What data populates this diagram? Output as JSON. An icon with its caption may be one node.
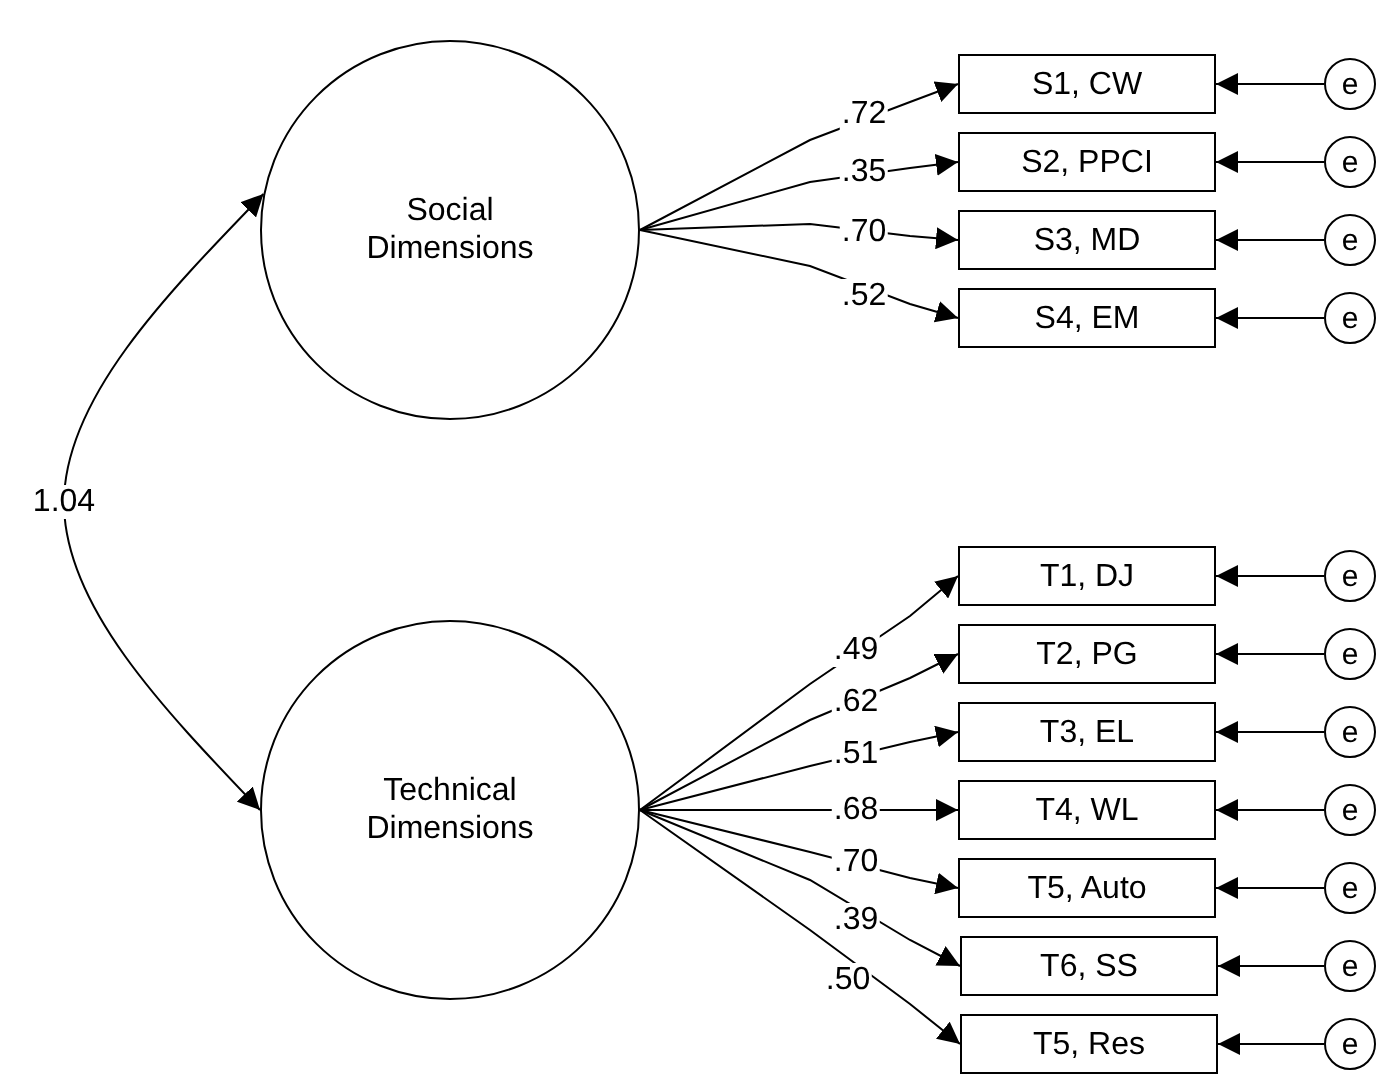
{
  "diagram": {
    "nodes": [
      {
        "text": [
          "Social Dimensions"
        ]
      },
      {
        "text": [
          "S1, CW"
        ]
      },
      {
        "text": [
          "S2, PPCI"
        ]
      },
      {
        "text": [
          "S3, MD"
        ]
      },
      {
        "text": [
          "S4, EM"
        ]
      },
      {
        "text": [
          "e"
        ]
      },
      {
        "text": [
          "e"
        ]
      },
      {
        "text": [
          "e"
        ]
      },
      {
        "text": [
          "e"
        ]
      },
      {
        "text": [
          "Technical Dimensions"
        ]
      },
      {
        "text": [
          "T1, DJ"
        ]
      },
      {
        "text": [
          "T2, PG"
        ]
      },
      {
        "text": [
          "T3, EL"
        ]
      },
      {
        "text": [
          "T4, WL"
        ]
      },
      {
        "text": [
          "T5, Auto"
        ]
      },
      {
        "text": [
          "T6, SS"
        ]
      },
      {
        "text": [
          "T5, Res"
        ]
      },
      {
        "text": [
          "e"
        ]
      },
      {
        "text": [
          "e"
        ]
      },
      {
        "text": [
          "e"
        ]
      },
      {
        "text": [
          "e"
        ]
      },
      {
        "text": [
          "e"
        ]
      },
      {
        "text": [
          "e"
        ]
      },
      {
        "text": [
          "e"
        ]
      }
    ],
    "edges": [
      {
        "from": 0,
        "to": 9,
        "arrow": "both",
        "label": "1.04"
      },
      {
        "from": 0,
        "to": 1,
        "arrow": "to",
        "label": ".72"
      },
      {
        "from": 0,
        "to": 2,
        "arrow": "to",
        "label": ".35"
      },
      {
        "from": 0,
        "to": 3,
        "arrow": "to",
        "label": ".70"
      },
      {
        "from": 0,
        "to": 4,
        "arrow": "to",
        "label": ".52"
      },
      {
        "from": 5,
        "to": 1,
        "arrow": "to"
      },
      {
        "from": 6,
        "to": 2,
        "arrow": "to"
      },
      {
        "from": 7,
        "to": 3,
        "arrow": "to"
      },
      {
        "from": 8,
        "to": 4,
        "arrow": "to"
      },
      {
        "from": 9,
        "to": 10,
        "arrow": "to",
        "label": ".49"
      },
      {
        "from": 9,
        "to": 11,
        "arrow": "to",
        "label": ".62"
      },
      {
        "from": 9,
        "to": 12,
        "arrow": "to",
        "label": ".51"
      },
      {
        "from": 9,
        "to": 13,
        "arrow": "to",
        "label": ".68"
      },
      {
        "from": 9,
        "to": 14,
        "arrow": "to",
        "label": ".70"
      },
      {
        "from": 9,
        "to": 15,
        "arrow": "to",
        "label": ".39"
      },
      {
        "from": 9,
        "to": 16,
        "arrow": "to",
        "label": ".50"
      },
      {
        "from": 17,
        "to": 10,
        "arrow": "to"
      },
      {
        "from": 18,
        "to": 11,
        "arrow": "to"
      },
      {
        "from": 19,
        "to": 12,
        "arrow": "to"
      },
      {
        "from": 20,
        "to": 13,
        "arrow": "to"
      },
      {
        "from": 21,
        "to": 14,
        "arrow": "to"
      },
      {
        "from": 22,
        "to": 15,
        "arrow": "to"
      },
      {
        "from": 23,
        "to": 16,
        "arrow": "to"
      }
    ]
  }
}
